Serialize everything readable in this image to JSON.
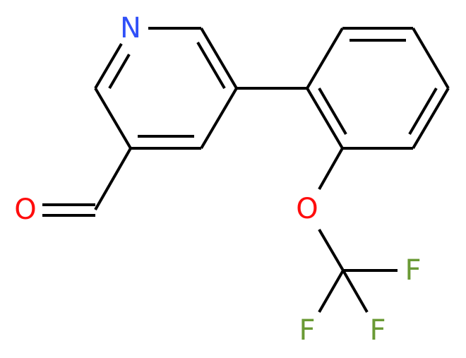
{
  "molecule": {
    "atoms": {
      "n": {
        "label": "N",
        "color": "#3050F8"
      },
      "o_aldehyde": {
        "label": "O",
        "color": "#FF0D0D"
      },
      "o_ether": {
        "label": "O",
        "color": "#FF0D0D"
      },
      "f1": {
        "label": "F",
        "color": "#6A9A35"
      },
      "f2": {
        "label": "F",
        "color": "#6A9A35"
      },
      "f3": {
        "label": "F",
        "color": "#6A9A35"
      }
    },
    "bond_color": "#000000"
  }
}
